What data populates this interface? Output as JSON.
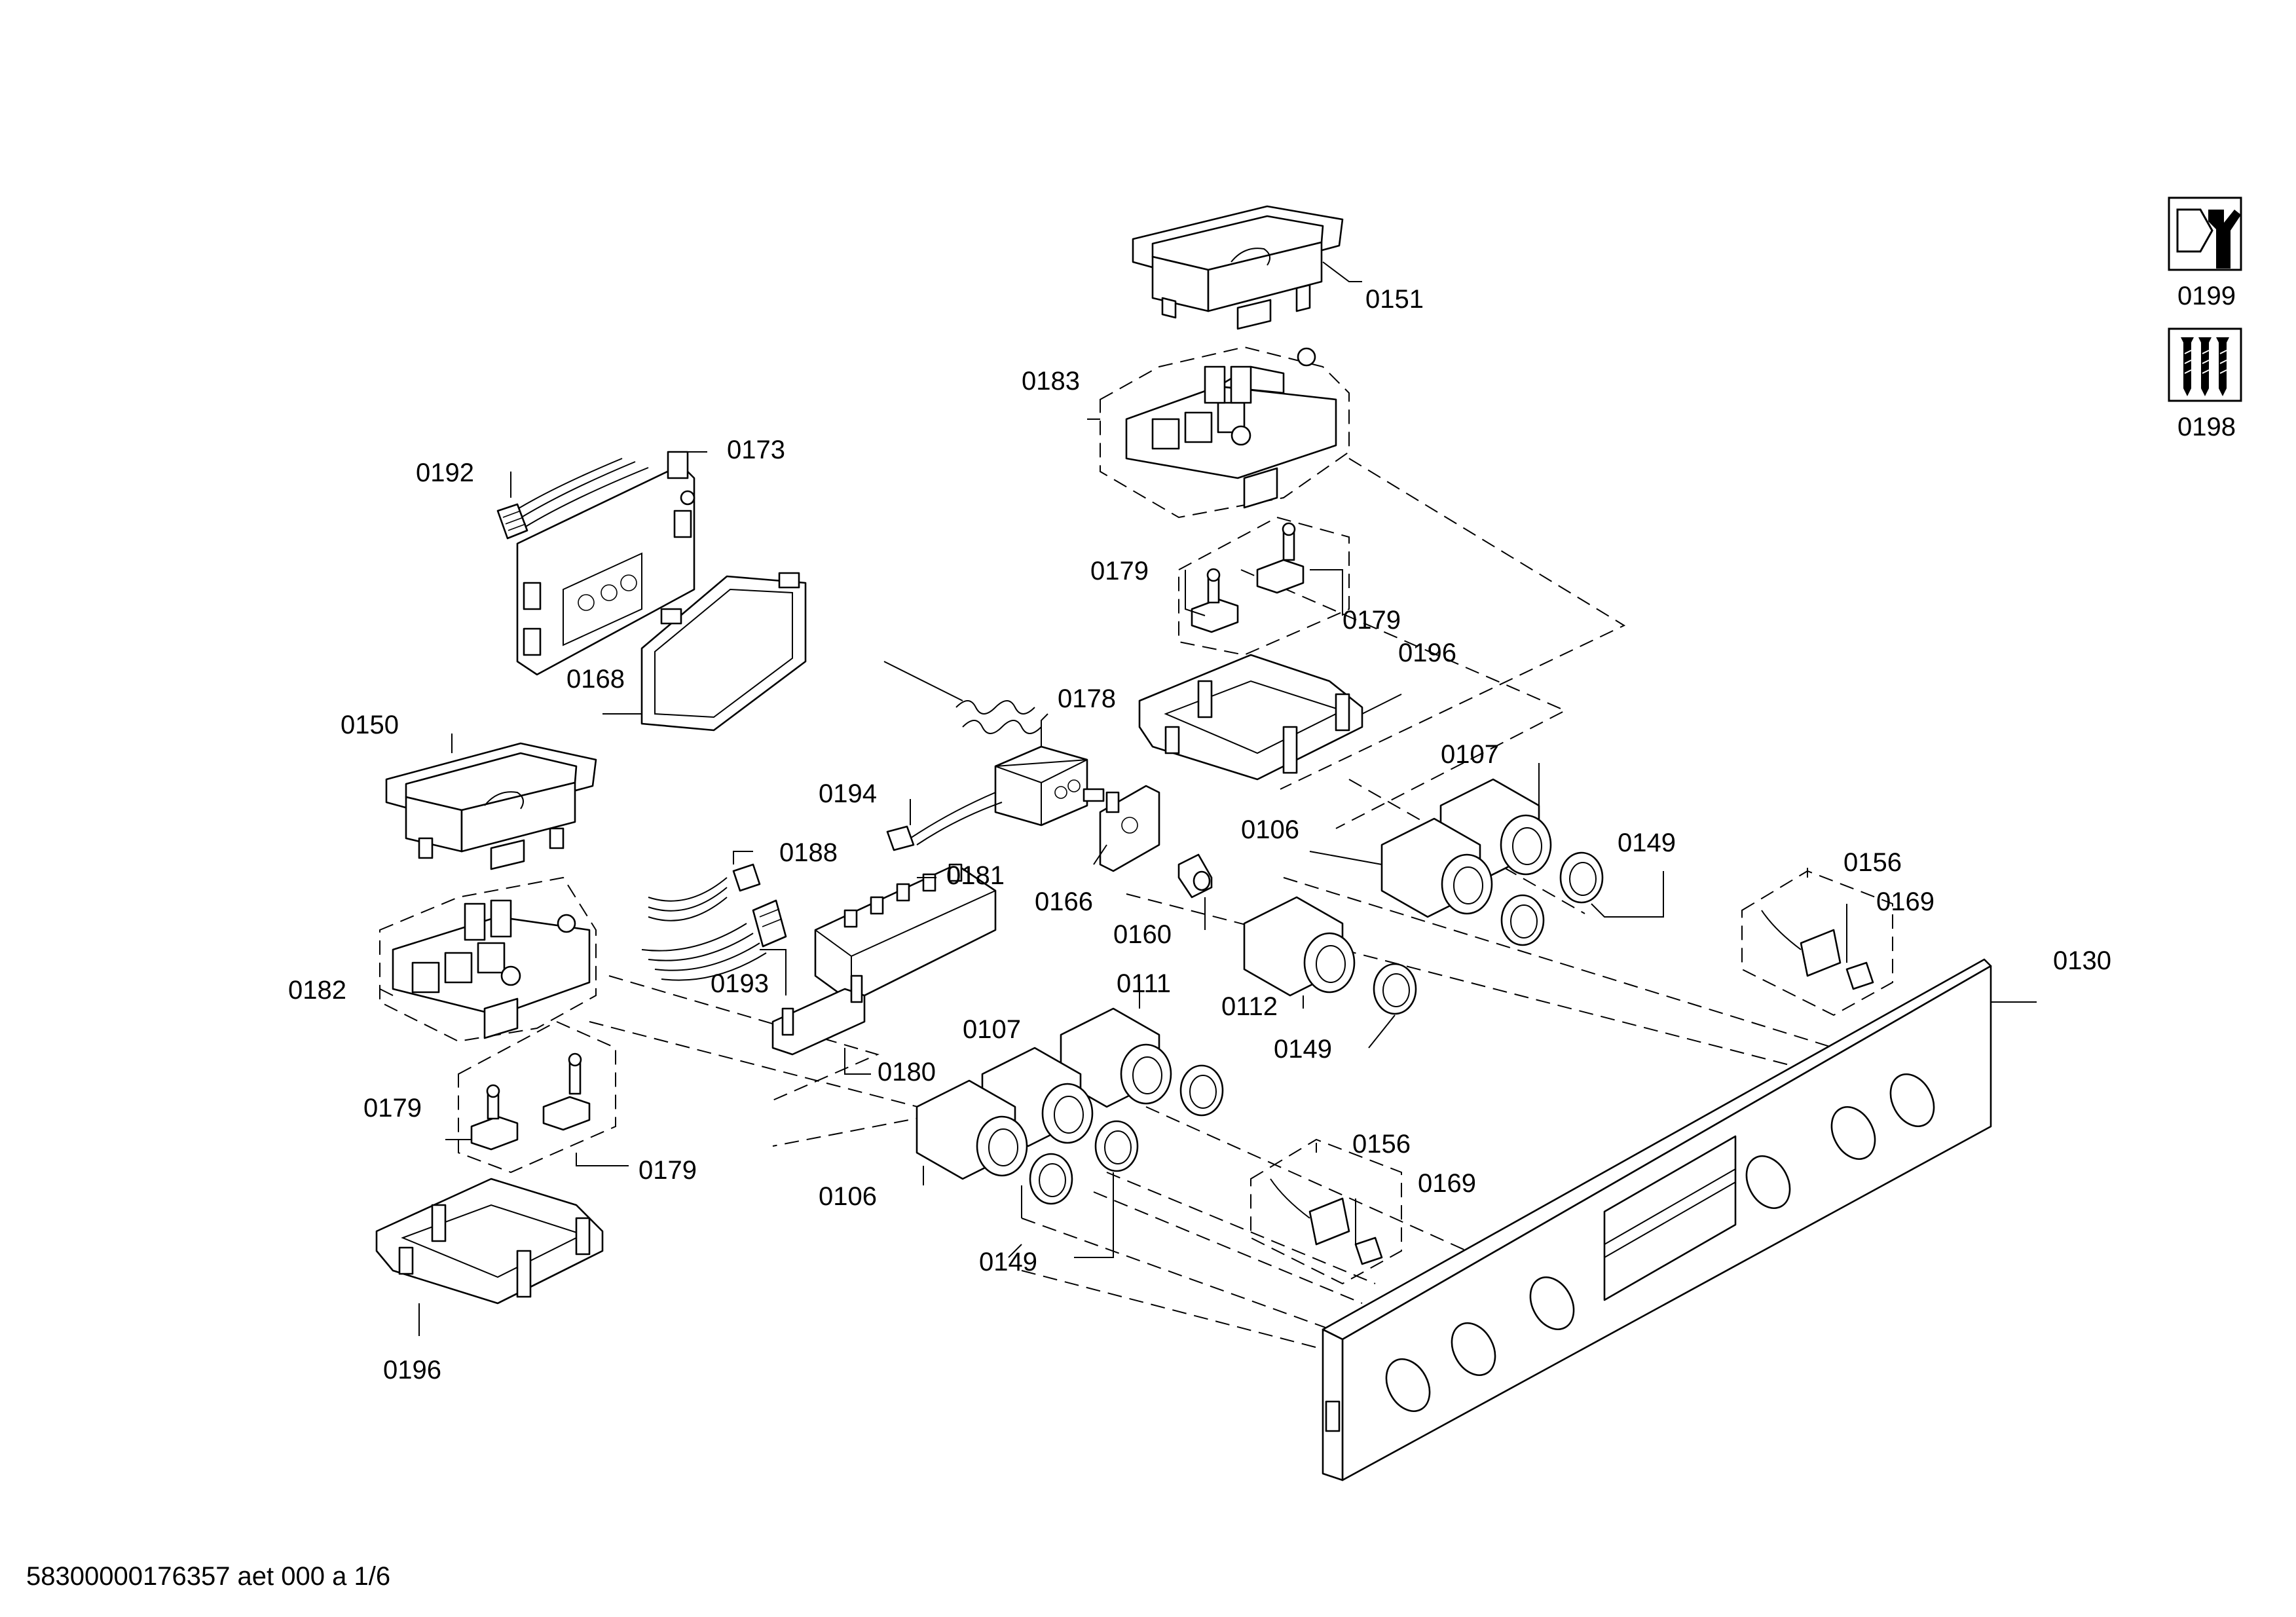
{
  "diagram": {
    "footer": "58300000176357 aet 000 a 1/6",
    "labels": [
      {
        "id": "lbl-0151",
        "text": "0151"
      },
      {
        "id": "lbl-0183",
        "text": "0183"
      },
      {
        "id": "lbl-0192",
        "text": "0192"
      },
      {
        "id": "lbl-0173",
        "text": "0173"
      },
      {
        "id": "lbl-0179a",
        "text": "0179"
      },
      {
        "id": "lbl-0179b",
        "text": "0179"
      },
      {
        "id": "lbl-0168",
        "text": "0168"
      },
      {
        "id": "lbl-0178",
        "text": "0178"
      },
      {
        "id": "lbl-0196a",
        "text": "0196"
      },
      {
        "id": "lbl-0150",
        "text": "0150"
      },
      {
        "id": "lbl-0194",
        "text": "0194"
      },
      {
        "id": "lbl-0107a",
        "text": "0107"
      },
      {
        "id": "lbl-0106a",
        "text": "0106"
      },
      {
        "id": "lbl-0149a",
        "text": "0149"
      },
      {
        "id": "lbl-0188",
        "text": "0188"
      },
      {
        "id": "lbl-0181",
        "text": "0181"
      },
      {
        "id": "lbl-0166",
        "text": "0166"
      },
      {
        "id": "lbl-0156a",
        "text": "0156"
      },
      {
        "id": "lbl-0169a",
        "text": "0169"
      },
      {
        "id": "lbl-0130",
        "text": "0130"
      },
      {
        "id": "lbl-0160",
        "text": "0160"
      },
      {
        "id": "lbl-0193",
        "text": "0193"
      },
      {
        "id": "lbl-0182",
        "text": "0182"
      },
      {
        "id": "lbl-0111",
        "text": "0111"
      },
      {
        "id": "lbl-0112",
        "text": "0112"
      },
      {
        "id": "lbl-0107b",
        "text": "0107"
      },
      {
        "id": "lbl-0149b",
        "text": "0149"
      },
      {
        "id": "lbl-0180",
        "text": "0180"
      },
      {
        "id": "lbl-0179c",
        "text": "0179"
      },
      {
        "id": "lbl-0156b",
        "text": "0156"
      },
      {
        "id": "lbl-0169b",
        "text": "0169"
      },
      {
        "id": "lbl-0179d",
        "text": "0179"
      },
      {
        "id": "lbl-0106b",
        "text": "0106"
      },
      {
        "id": "lbl-0149c",
        "text": "0149"
      },
      {
        "id": "lbl-0196b",
        "text": "0196"
      },
      {
        "id": "lbl-0199",
        "text": "0199"
      },
      {
        "id": "lbl-0198",
        "text": "0198"
      }
    ],
    "icons": [
      {
        "id": "icon-0199",
        "name": "wrench-icon"
      },
      {
        "id": "icon-0198",
        "name": "screws-icon"
      }
    ]
  }
}
